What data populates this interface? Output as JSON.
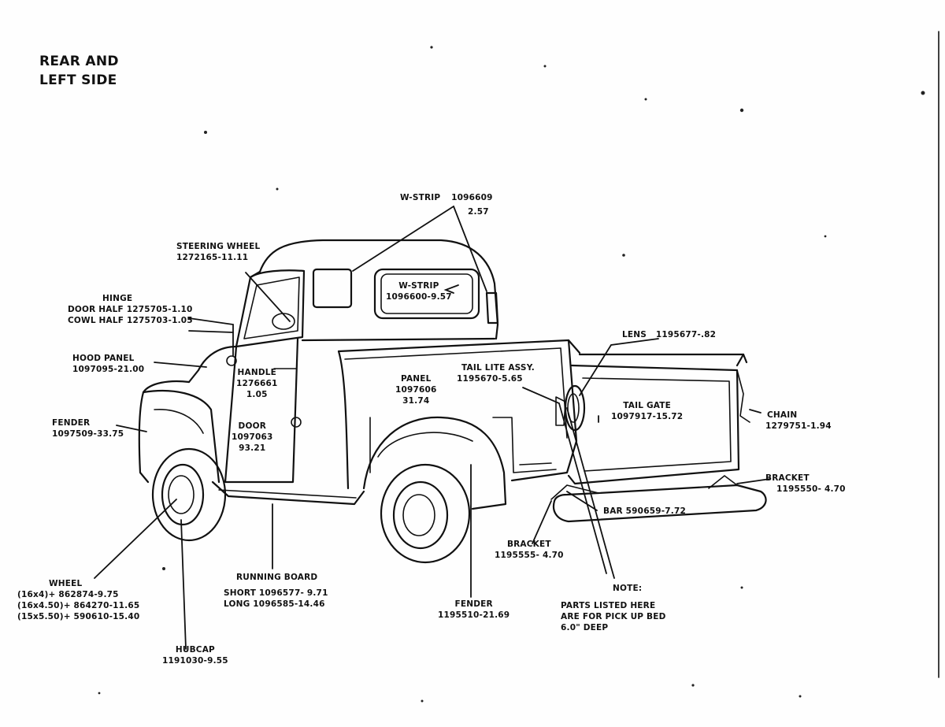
{
  "title": {
    "line1": "REAR AND",
    "line2": "LEFT SIDE"
  },
  "labels": {
    "w_strip_top": {
      "name": "W-STRIP",
      "part": "1096609",
      "price": "2.57"
    },
    "steering_wheel": {
      "name": "STEERING WHEEL",
      "part": "1272165-11.11"
    },
    "w_strip_window": {
      "name": "W-STRIP",
      "part": "1096600-9.57"
    },
    "hinge": {
      "name": "HINGE",
      "door_half": "DOOR HALF 1275705-1.10",
      "cowl_half": "COWL HALF 1275703-1.05"
    },
    "hood_panel": {
      "name": "HOOD PANEL",
      "part": "1097095-21.00"
    },
    "handle": {
      "name": "HANDLE",
      "part": "1276661",
      "price": "1.05"
    },
    "fender_front": {
      "name": "FENDER",
      "part": "1097509-33.75"
    },
    "door": {
      "name": "DOOR",
      "part": "1097063",
      "price": "93.21"
    },
    "panel": {
      "name": "PANEL",
      "part": "1097606",
      "price": "31.74"
    },
    "tail_lite": {
      "name": "TAIL LITE ASSY.",
      "part": "1195670-5.65"
    },
    "lens": {
      "name": "LENS",
      "part": "1195677-.82"
    },
    "tail_gate": {
      "name": "TAIL GATE",
      "part": "1097917-15.72"
    },
    "chain": {
      "name": "CHAIN",
      "part": "1279751-1.94"
    },
    "bracket_right": {
      "name": "BRACKET",
      "part": "1195550- 4.70"
    },
    "bar": {
      "text": "BAR 590659-7.72"
    },
    "bracket_mid": {
      "name": "BRACKET",
      "part": "1195555- 4.70"
    },
    "wheel": {
      "name": "WHEEL",
      "line1": "(16x4)+    862874-9.75",
      "line2": "(16x4.50)+ 864270-11.65",
      "line3": "(15x5.50)+ 590610-15.40"
    },
    "running_board": {
      "name": "RUNNING BOARD",
      "short": "SHORT 1096577- 9.71",
      "long": "LONG 1096585-14.46"
    },
    "fender_rear": {
      "name": "FENDER",
      "part": "1195510-21.69"
    },
    "note": {
      "heading": "NOTE:",
      "line1": "PARTS LISTED HERE",
      "line2": "ARE FOR PICK UP BED",
      "line3": "6.0\" DEEP"
    },
    "hubcap": {
      "name": "HUBCAP",
      "part": "1191030-9.55"
    }
  }
}
